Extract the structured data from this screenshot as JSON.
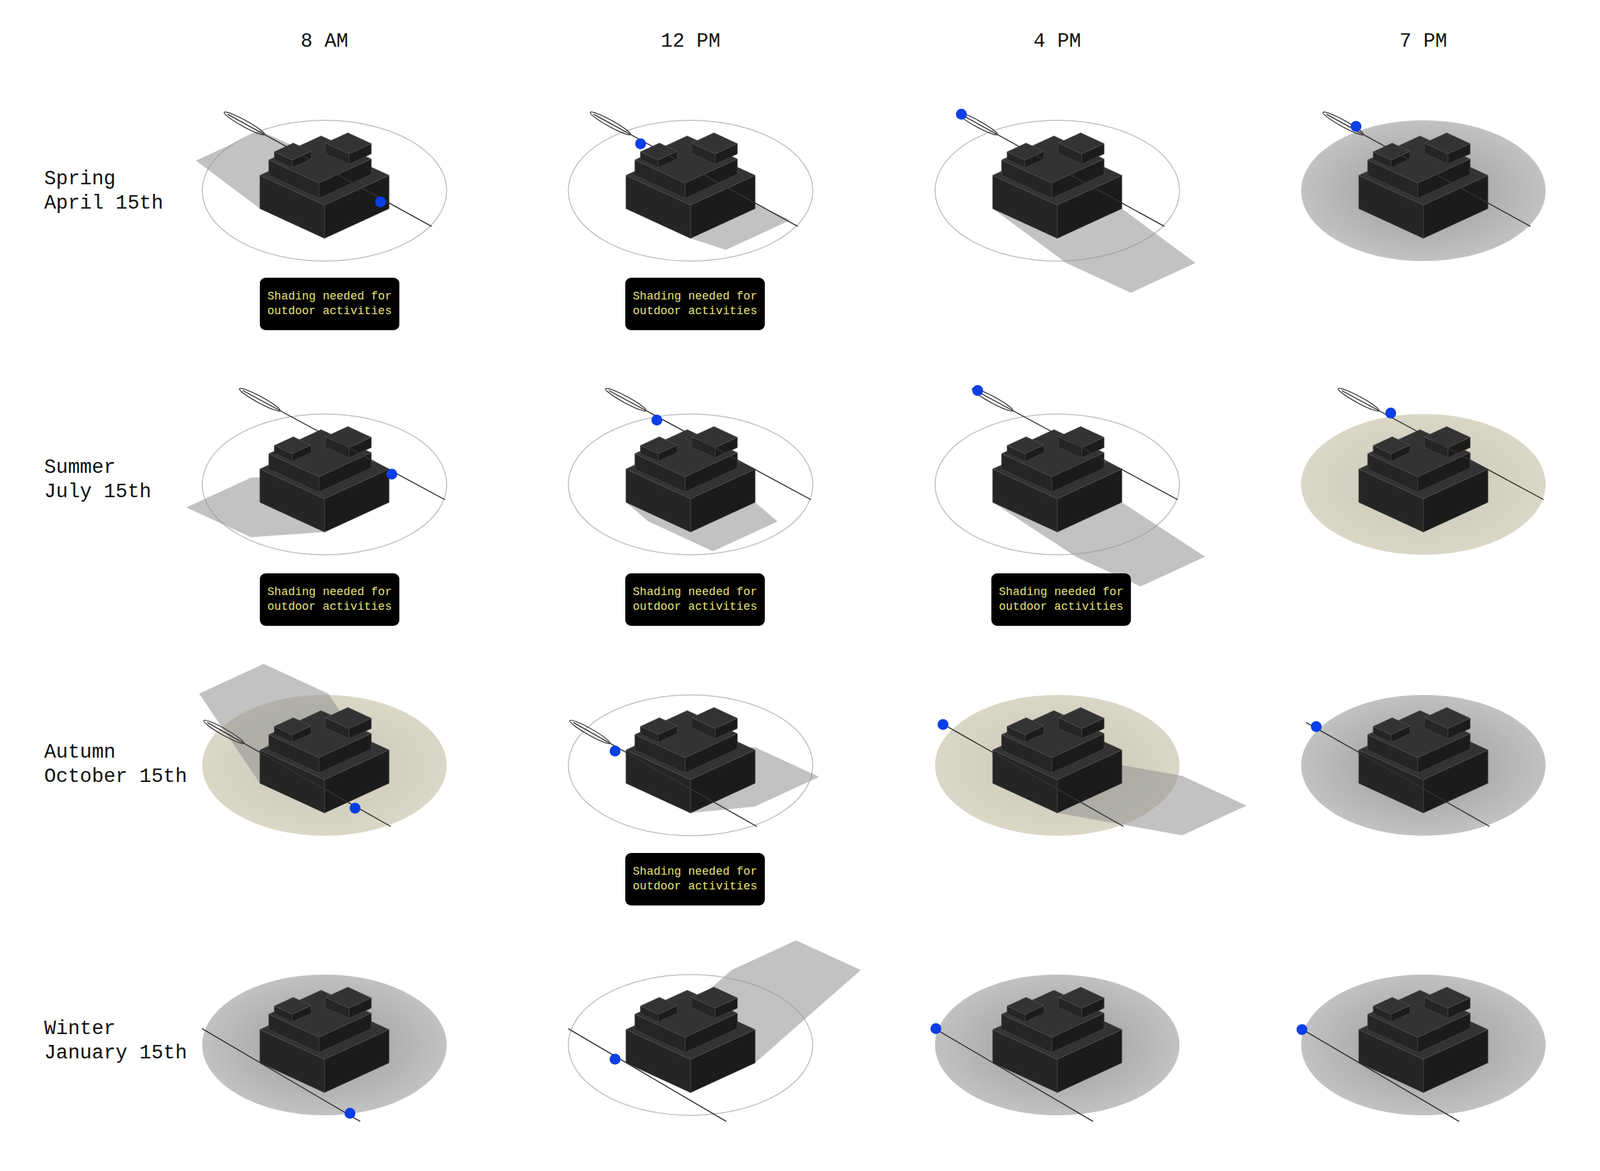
{
  "diagram": {
    "nodes": [
      {
        "text": [
          "Shading needed for outdoor activities"
        ]
      },
      {
        "text": [
          "Shading needed for outdoor activities"
        ]
      },
      {
        "text": [
          "Shading needed for outdoor activities"
        ]
      },
      {
        "text": [
          "Shading needed for outdoor activities"
        ]
      },
      {
        "text": [
          "Shading needed for outdoor activities"
        ]
      },
      {
        "text": [
          "Shading needed for outdoor activities"
        ]
      }
    ],
    "labels": [
      "8 AM",
      "12 PM",
      "4 PM",
      "7 PM",
      "Spring",
      "April 15th",
      "Summer",
      "July 15th",
      "Autumn",
      "October 15th",
      "Winter",
      "January 15th"
    ]
  }
}
